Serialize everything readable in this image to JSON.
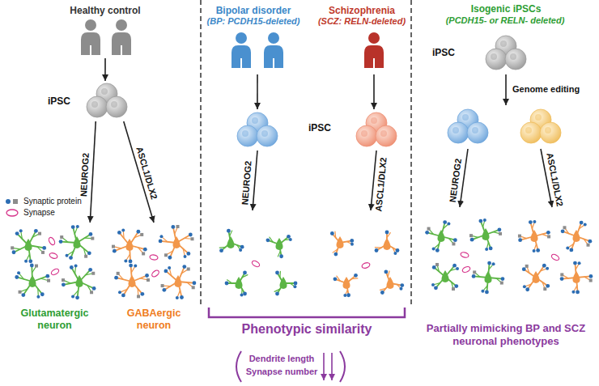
{
  "diagram": {
    "nodes": [
      {
        "text": [
          "Healthy control"
        ]
      },
      {
        "text": [
          "iPSC"
        ]
      },
      {
        "text": [
          "Glutamatergic neuron"
        ]
      },
      {
        "text": [
          "GABAergic neuron"
        ]
      },
      {
        "text": [
          "Bipolar disorder",
          "(BP: PCDH15-deleted)"
        ]
      },
      {
        "text": [
          "Schizophrenia",
          "(SCZ: RELN-deleted)"
        ]
      },
      {
        "text": [
          "iPSC"
        ]
      },
      {
        "text": [
          "iPSC"
        ]
      }
    ],
    "edges": [
      {
        "from": 0,
        "to": 1,
        "arrow": "to"
      },
      {
        "from": 1,
        "to": 2,
        "label": "NEUROG2",
        "arrow": "to"
      },
      {
        "from": 1,
        "to": 3,
        "label": "ASCL1/DLX2",
        "arrow": "to"
      },
      {
        "from": 4,
        "to": 6,
        "arrow": "to"
      },
      {
        "from": 5,
        "to": 6,
        "arrow": "to"
      }
    ],
    "labels": [
      "NEUROG2",
      "ASCL1/DLX2",
      "Phenotypic similarity",
      "Dendrite length",
      "Synapse number",
      "Isogenic iPSCs",
      "(PCDH15- or RELN- deleted)",
      "Genome editing",
      "NEUROG2",
      "ASCL1/DLX2",
      "Partially mimicking BP and SCZ neuronal phenotypes"
    ],
    "legend": [
      {
        "text": "Synaptic protein"
      },
      {
        "text": "Synapse"
      }
    ]
  }
}
